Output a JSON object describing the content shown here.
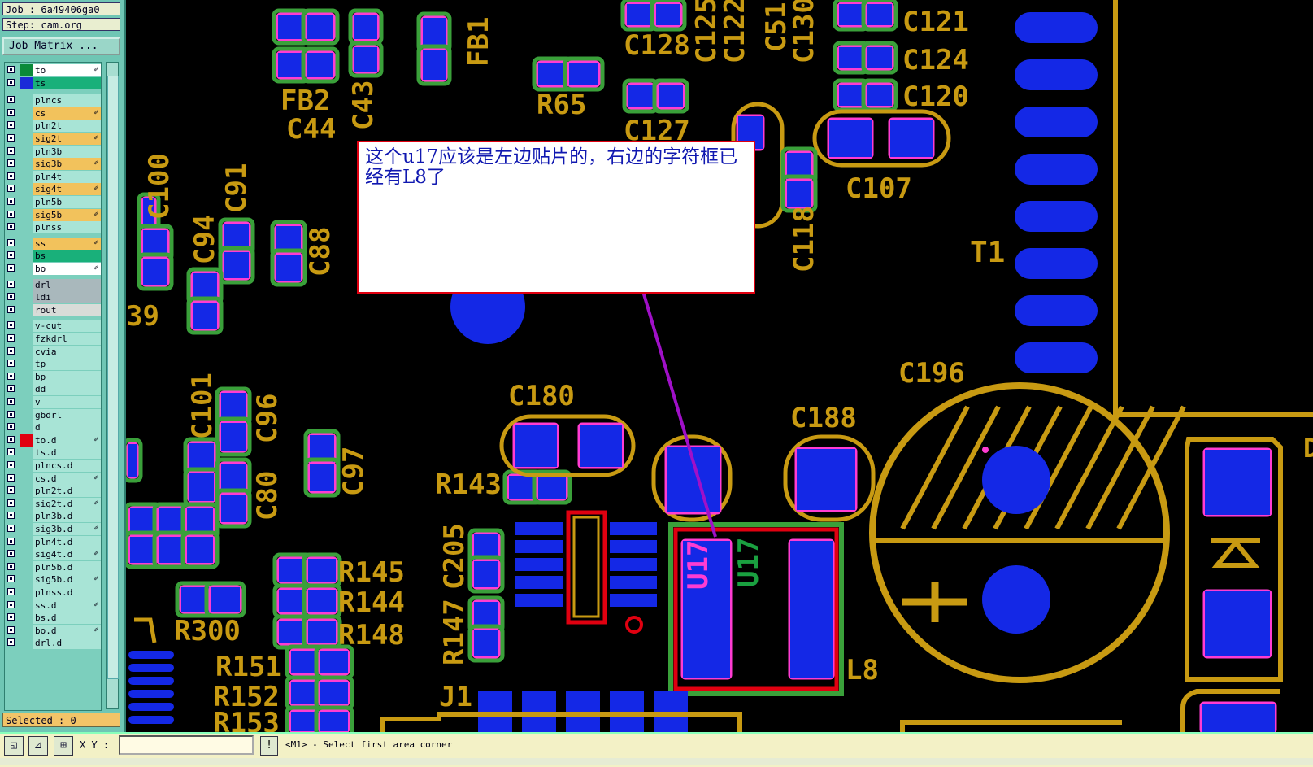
{
  "header": {
    "job": "Job : 6a49406ga0",
    "step": "Step: cam.org",
    "job_matrix_button": "Job Matrix ..."
  },
  "layers": [
    {
      "name": "to",
      "color": "#0a8a3a",
      "bg": "#ffffff",
      "arrow": "✐"
    },
    {
      "name": "ts",
      "color": "#1a2bd8",
      "bg": "#19b07a",
      "arrow": ""
    },
    {
      "name": "plncs",
      "color": "#7ccfbd",
      "bg": "#a8e4d6",
      "arrow": ""
    },
    {
      "name": "cs",
      "color": "#7ccfbd",
      "bg": "#f2c25c",
      "arrow": "✐"
    },
    {
      "name": "pln2t",
      "color": "#7ccfbd",
      "bg": "#a8e4d6",
      "arrow": ""
    },
    {
      "name": "sig2t",
      "color": "#7ccfbd",
      "bg": "#f2c25c",
      "arrow": "✐"
    },
    {
      "name": "pln3b",
      "color": "#7ccfbd",
      "bg": "#a8e4d6",
      "arrow": ""
    },
    {
      "name": "sig3b",
      "color": "#7ccfbd",
      "bg": "#f2c25c",
      "arrow": "✐"
    },
    {
      "name": "pln4t",
      "color": "#7ccfbd",
      "bg": "#a8e4d6",
      "arrow": ""
    },
    {
      "name": "sig4t",
      "color": "#7ccfbd",
      "bg": "#f2c25c",
      "arrow": "✐"
    },
    {
      "name": "pln5b",
      "color": "#7ccfbd",
      "bg": "#a8e4d6",
      "arrow": ""
    },
    {
      "name": "sig5b",
      "color": "#7ccfbd",
      "bg": "#f2c25c",
      "arrow": "✐"
    },
    {
      "name": "plnss",
      "color": "#7ccfbd",
      "bg": "#a8e4d6",
      "arrow": ""
    },
    {
      "name": "ss",
      "color": "#7ccfbd",
      "bg": "#f2c25c",
      "arrow": "✐"
    },
    {
      "name": "bs",
      "color": "#7ccfbd",
      "bg": "#19b07a",
      "arrow": ""
    },
    {
      "name": "bo",
      "color": "#7ccfbd",
      "bg": "#ffffff",
      "arrow": "✐"
    },
    {
      "name": "drl",
      "color": "#7ccfbd",
      "bg": "#a9b8bc",
      "arrow": ""
    },
    {
      "name": "ldi",
      "color": "#7ccfbd",
      "bg": "#a9b8bc",
      "arrow": ""
    },
    {
      "name": "rout",
      "color": "#7ccfbd",
      "bg": "#d8dcd8",
      "arrow": ""
    },
    {
      "name": "v-cut",
      "color": "#7ccfbd",
      "bg": "#a8e4d6",
      "arrow": ""
    },
    {
      "name": "fzkdrl",
      "color": "#7ccfbd",
      "bg": "#a8e4d6",
      "arrow": ""
    },
    {
      "name": "cvia",
      "color": "#7ccfbd",
      "bg": "#a8e4d6",
      "arrow": ""
    },
    {
      "name": "tp",
      "color": "#7ccfbd",
      "bg": "#a8e4d6",
      "arrow": ""
    },
    {
      "name": "bp",
      "color": "#7ccfbd",
      "bg": "#a8e4d6",
      "arrow": ""
    },
    {
      "name": "dd",
      "color": "#7ccfbd",
      "bg": "#a8e4d6",
      "arrow": ""
    },
    {
      "name": "v",
      "color": "#7ccfbd",
      "bg": "#a8e4d6",
      "arrow": ""
    },
    {
      "name": "gbdrl",
      "color": "#7ccfbd",
      "bg": "#a8e4d6",
      "arrow": ""
    },
    {
      "name": "d",
      "color": "#7ccfbd",
      "bg": "#a8e4d6",
      "arrow": ""
    },
    {
      "name": "to.d",
      "color": "#e00010",
      "bg": "#a8e4d6",
      "arrow": "✐"
    },
    {
      "name": "ts.d",
      "color": "#7ccfbd",
      "bg": "#a8e4d6",
      "arrow": ""
    },
    {
      "name": "plncs.d",
      "color": "#7ccfbd",
      "bg": "#a8e4d6",
      "arrow": ""
    },
    {
      "name": "cs.d",
      "color": "#7ccfbd",
      "bg": "#a8e4d6",
      "arrow": "✐"
    },
    {
      "name": "pln2t.d",
      "color": "#7ccfbd",
      "bg": "#a8e4d6",
      "arrow": ""
    },
    {
      "name": "sig2t.d",
      "color": "#7ccfbd",
      "bg": "#a8e4d6",
      "arrow": "✐"
    },
    {
      "name": "pln3b.d",
      "color": "#7ccfbd",
      "bg": "#a8e4d6",
      "arrow": ""
    },
    {
      "name": "sig3b.d",
      "color": "#7ccfbd",
      "bg": "#a8e4d6",
      "arrow": "✐"
    },
    {
      "name": "pln4t.d",
      "color": "#7ccfbd",
      "bg": "#a8e4d6",
      "arrow": ""
    },
    {
      "name": "sig4t.d",
      "color": "#7ccfbd",
      "bg": "#a8e4d6",
      "arrow": "✐"
    },
    {
      "name": "pln5b.d",
      "color": "#7ccfbd",
      "bg": "#a8e4d6",
      "arrow": ""
    },
    {
      "name": "sig5b.d",
      "color": "#7ccfbd",
      "bg": "#a8e4d6",
      "arrow": "✐"
    },
    {
      "name": "plnss.d",
      "color": "#7ccfbd",
      "bg": "#a8e4d6",
      "arrow": ""
    },
    {
      "name": "ss.d",
      "color": "#7ccfbd",
      "bg": "#a8e4d6",
      "arrow": "✐"
    },
    {
      "name": "bs.d",
      "color": "#7ccfbd",
      "bg": "#a8e4d6",
      "arrow": ""
    },
    {
      "name": "bo.d",
      "color": "#7ccfbd",
      "bg": "#a8e4d6",
      "arrow": "✐"
    },
    {
      "name": "drl.d",
      "color": "#7ccfbd",
      "bg": "#a8e4d6",
      "arrow": ""
    }
  ],
  "selected": "Selected : 0",
  "status": {
    "xy_label": "X Y :",
    "xy_value": "",
    "info_button": "!",
    "prompt": "<M1> - Select first area corner"
  },
  "note": {
    "text": "这个u17应该是左边贴片的，右边的字符框已经有L8了"
  },
  "pcb_labels": {
    "fb1": "FB1",
    "fb2": "FB2",
    "c44": "C44",
    "c43": "C43",
    "c128": "C128",
    "c125": "C125",
    "c122": "C122",
    "c51": "C51",
    "c130": "C130",
    "c121": "C121",
    "c124": "C124",
    "c120": "C120",
    "r65": "R65",
    "c127": "C127",
    "c107": "C107",
    "c100": "C100",
    "c91": "C91",
    "c94": "C94",
    "c88": "C88",
    "b39": "39",
    "c118": "C118",
    "t1": "T1",
    "c196": "C196",
    "c180": "C180",
    "c188": "C188",
    "c101": "C101",
    "c96": "C96",
    "c97": "C97",
    "c80": "C80",
    "r143": "R143",
    "c205": "C205",
    "r147": "R147",
    "u17a": "U17",
    "u17b": "U17",
    "r145": "R145",
    "r144": "R144",
    "r148": "R148",
    "r300": "R300",
    "r151": "R151",
    "r152": "R152",
    "r153": "R153",
    "j1": "J1",
    "l8": "L8",
    "d": "D"
  },
  "colors": {
    "pad": "#1428e6",
    "silk": "#c89a12",
    "soldermask": "#3aa03a",
    "outline_red": "#e00010",
    "magenta": "#ff3cd2",
    "note_border": "#e00010",
    "note_text": "#1018b0",
    "panel": "#6fc6b4"
  },
  "icons": {
    "tool1": "zoom-window-icon",
    "tool2": "measure-icon",
    "tool3": "snap-grid-icon"
  }
}
